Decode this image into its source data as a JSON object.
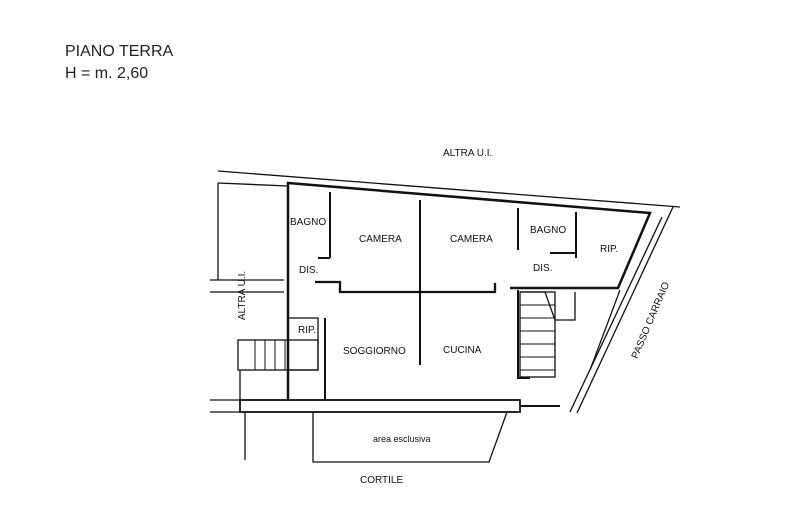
{
  "header": {
    "title": "PIANO TERRA",
    "height": "H = m. 2,60"
  },
  "labels": {
    "altra_top": "ALTRA U.I.",
    "altra_left": "ALTRA U.I.",
    "passo_carraio": "PASSO CARRAIO",
    "cortile": "CORTILE",
    "area_esclusiva": "area esclusiva"
  },
  "rooms": {
    "bagno_1": "BAGNO",
    "camera_1": "CAMERA",
    "camera_2": "CAMERA",
    "bagno_2": "BAGNO",
    "rip_1": "RIP.",
    "dis_1": "DIS.",
    "dis_2": "DIS.",
    "rip_2": "RIP.",
    "soggiorno": "SOGGIORNO",
    "cucina": "CUCINA"
  }
}
